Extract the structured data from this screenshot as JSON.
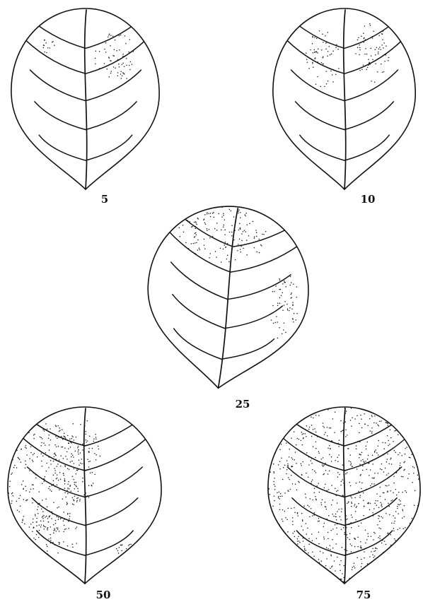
{
  "leaves": [
    {
      "label": "5",
      "percent": 5
    },
    {
      "label": "10",
      "percent": 10
    },
    {
      "label": "25",
      "percent": 25
    },
    {
      "label": "50",
      "percent": 50
    },
    {
      "label": "75",
      "percent": 75
    }
  ],
  "colors": {
    "ink": "#111111",
    "background": "#ffffff"
  }
}
